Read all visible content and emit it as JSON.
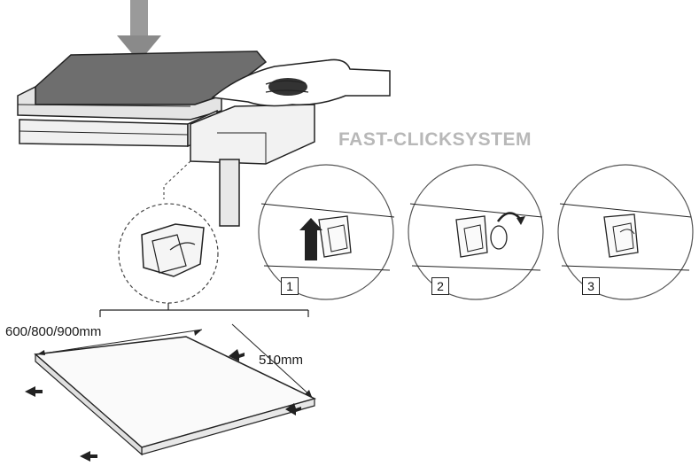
{
  "title": "FAST-CLICKSYSTEM",
  "dimensions": {
    "width": "600/800/900mm",
    "depth": "510mm"
  },
  "steps": [
    "1",
    "2",
    "3"
  ],
  "icons": {
    "push_arrow": "down-arrow-icon",
    "rotate": "rotate-arrow-icon",
    "clip": "mounting-clip-icon"
  },
  "colors": {
    "line": "#222222",
    "worktop_fill": "#6e6e6e",
    "title_gray": "#b8b8b8"
  }
}
